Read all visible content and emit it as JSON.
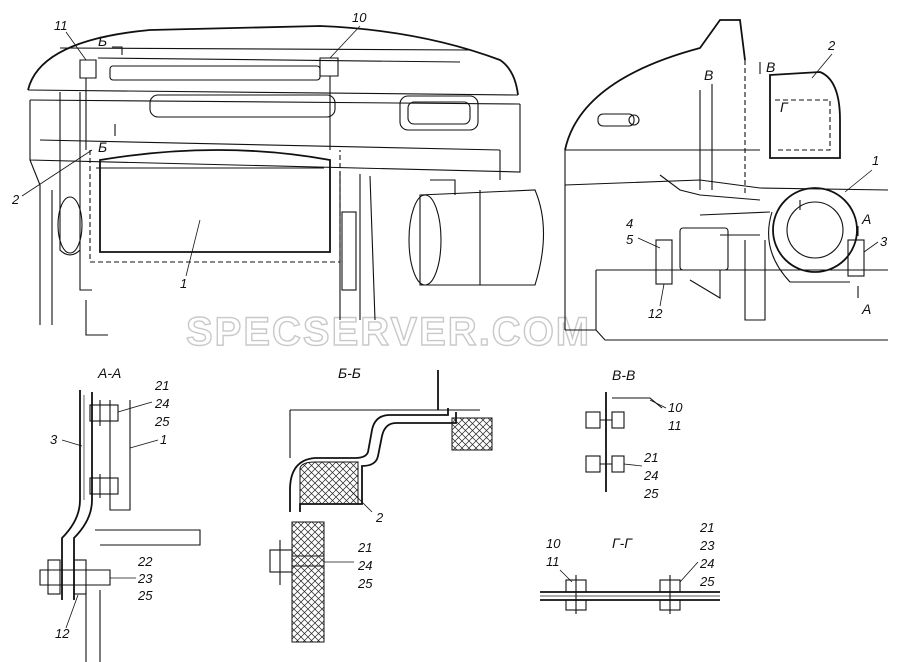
{
  "watermark": "SPECSERVER.COM",
  "sections": {
    "aa": "А-А",
    "bb": "Б-Б",
    "vv": "В-В",
    "gg": "Г-Г"
  },
  "view_marks": {
    "b_top": "Б",
    "b_mid": "Б",
    "v_left": "В",
    "v_right": "В",
    "g": "Г",
    "a_top": "А",
    "a_bottom": "А"
  },
  "callouts": {
    "main_11": "11",
    "main_10": "10",
    "main_2": "2",
    "main_1": "1",
    "right_2": "2",
    "right_1": "1",
    "right_3": "3",
    "right_4": "4",
    "right_5": "5",
    "right_12": "12",
    "aa_21": "21",
    "aa_24": "24",
    "aa_25": "25",
    "aa_3": "3",
    "aa_1": "1",
    "aa_22": "22",
    "aa_23": "23",
    "aa_25b": "25",
    "aa_12": "12",
    "bb_2": "2",
    "bb_21": "21",
    "bb_24": "24",
    "bb_25": "25",
    "vv_10": "10",
    "vv_11": "11",
    "vv_21": "21",
    "vv_24": "24",
    "vv_25": "25",
    "gg_10": "10",
    "gg_11": "11",
    "gg_21": "21",
    "gg_23": "23",
    "gg_24": "24",
    "gg_25": "25"
  }
}
